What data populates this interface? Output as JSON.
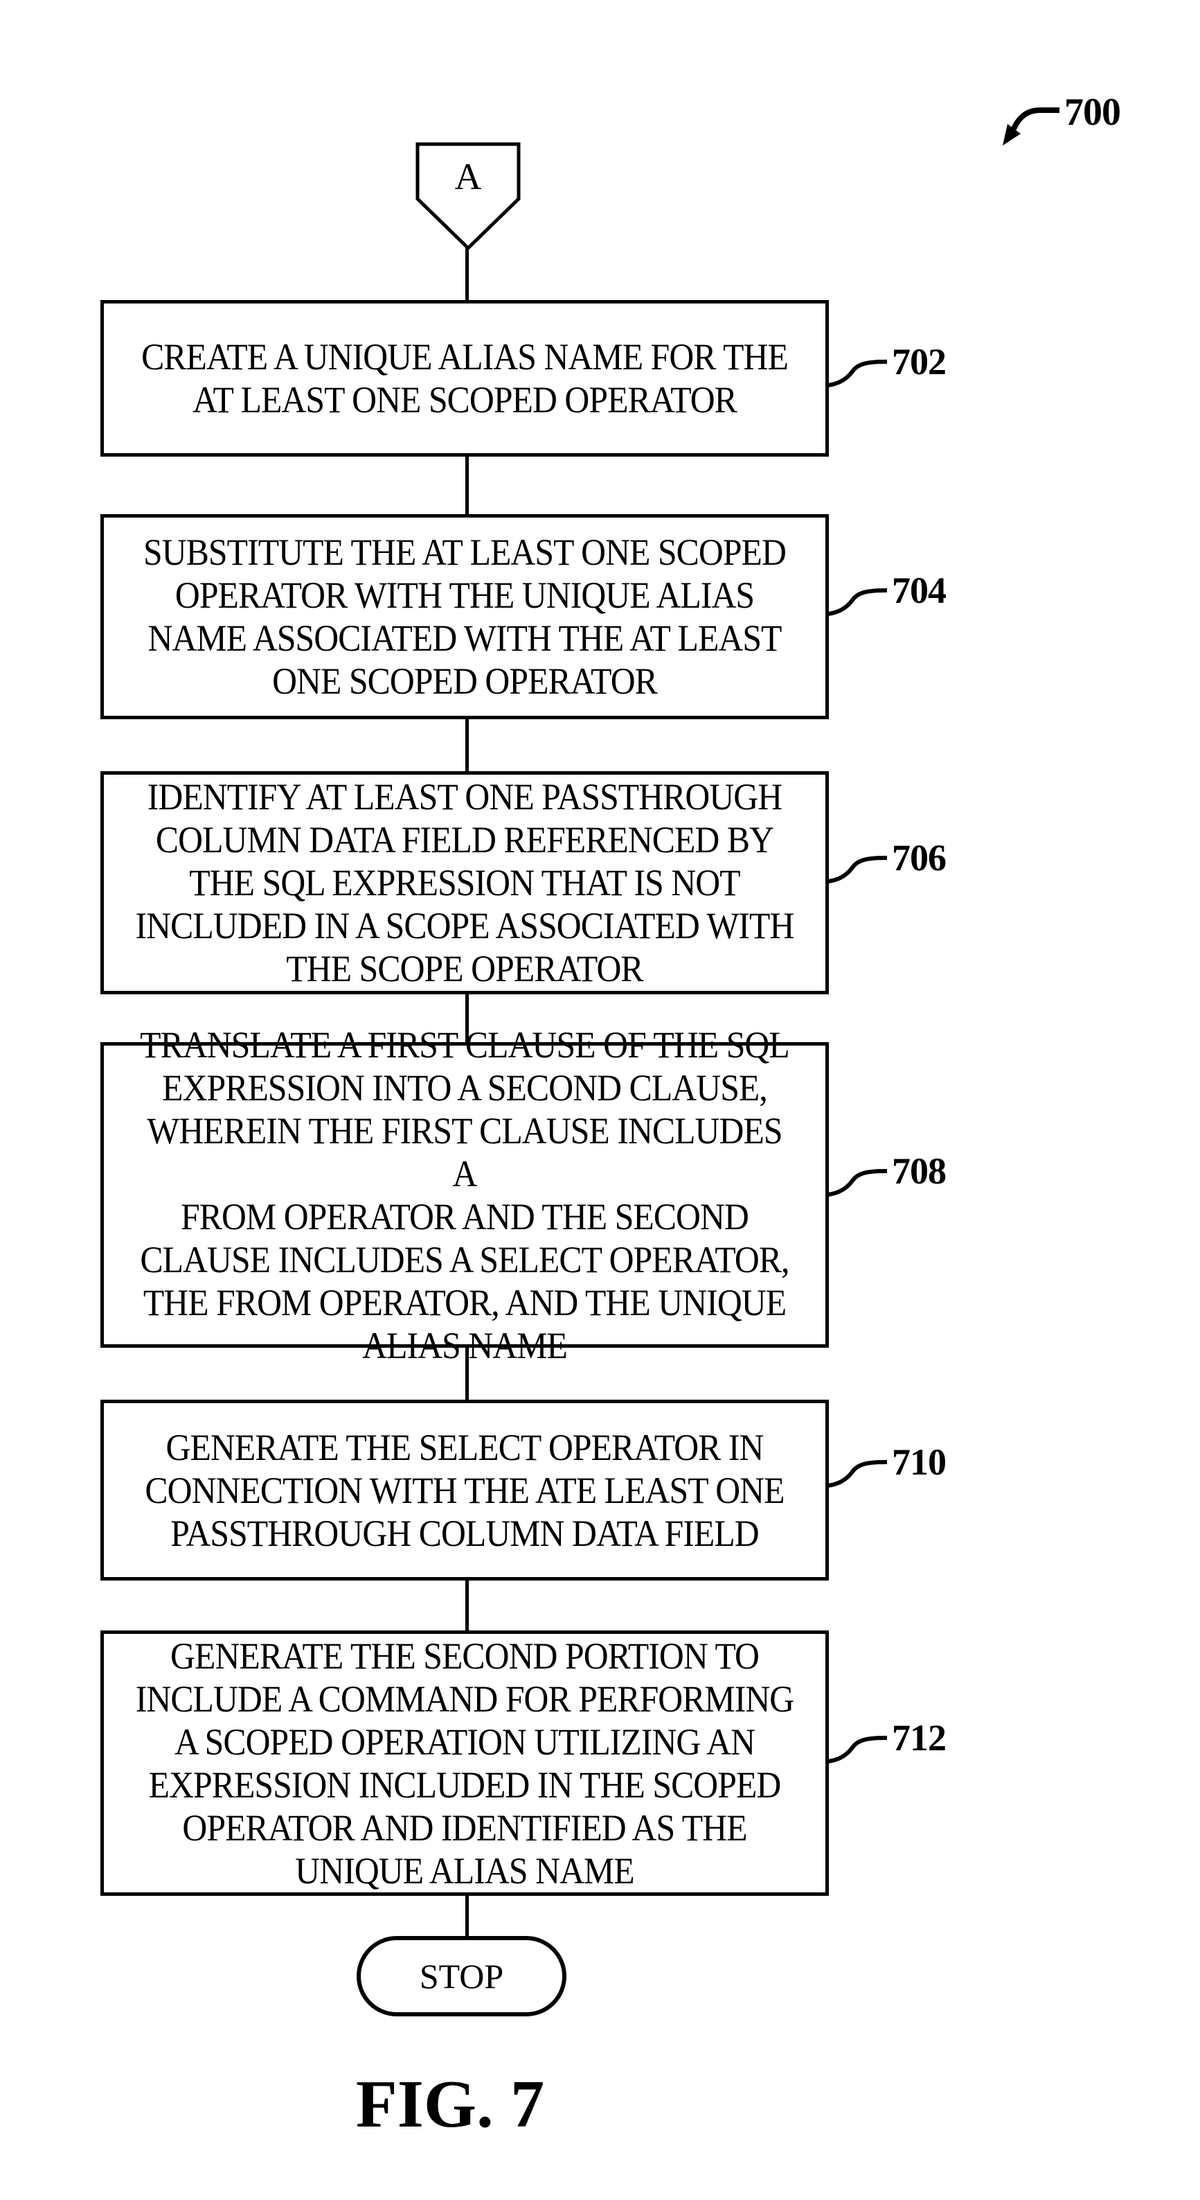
{
  "figure": {
    "reference_number": "700",
    "caption": "FIG. 7",
    "start_connector_label": "A",
    "terminator_label": "STOP"
  },
  "steps": [
    {
      "ref": "702",
      "text": "CREATE A UNIQUE ALIAS NAME FOR THE\nAT LEAST ONE SCOPED OPERATOR"
    },
    {
      "ref": "704",
      "text": "SUBSTITUTE THE AT LEAST ONE SCOPED\nOPERATOR WITH THE UNIQUE ALIAS\nNAME ASSOCIATED WITH THE AT LEAST\nONE SCOPED OPERATOR"
    },
    {
      "ref": "706",
      "text": "IDENTIFY AT LEAST ONE PASSTHROUGH\nCOLUMN DATA FIELD REFERENCED BY\nTHE SQL EXPRESSION THAT IS NOT\nINCLUDED IN A SCOPE ASSOCIATED WITH\nTHE SCOPE OPERATOR"
    },
    {
      "ref": "708",
      "text": "TRANSLATE A FIRST CLAUSE OF THE SQL\nEXPRESSION INTO A SECOND CLAUSE,\nWHEREIN THE FIRST CLAUSE INCLUDES A\nFROM OPERATOR AND THE SECOND\nCLAUSE INCLUDES A SELECT OPERATOR,\nTHE FROM OPERATOR, AND THE UNIQUE\nALIAS NAME"
    },
    {
      "ref": "710",
      "text": "GENERATE THE SELECT OPERATOR IN\nCONNECTION WITH THE ATE LEAST ONE\nPASSTHROUGH COLUMN DATA FIELD"
    },
    {
      "ref": "712",
      "text": "GENERATE THE SECOND PORTION TO\nINCLUDE A COMMAND FOR PERFORMING\nA SCOPED OPERATION UTILIZING AN\nEXPRESSION INCLUDED IN THE SCOPED\nOPERATOR AND IDENTIFIED AS THE\nUNIQUE ALIAS NAME"
    }
  ],
  "colors": {
    "ink": "#000000",
    "background": "#ffffff"
  }
}
